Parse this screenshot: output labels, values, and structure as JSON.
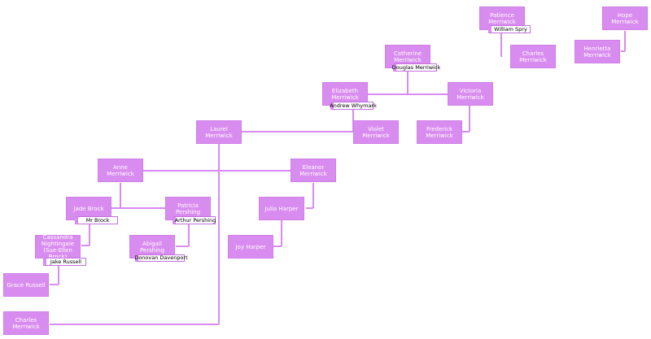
{
  "people": {
    "patience": "Patience Merriwick",
    "hope": "Hope Merriwick",
    "henrietta": "Henrietta Merriwick",
    "catherine": "Catherine Merriwick",
    "charles_top": "Charles Merriwick",
    "elizabeth": "Elizabeth Merriwick",
    "victoria": "Victoria Merriwick",
    "frederick": "Frederick Merriwick",
    "laurel": "Laurel Merriwick",
    "violet": "Violet Merriwick",
    "anne": "Anne Merriwick",
    "eleanor": "Eleanor Merriwick",
    "jade": "Jade Brock",
    "patricia": "Patricia Pershing",
    "julia": "Julia Harper",
    "joy": "Joy Harper",
    "cassandra": "Cassandra Nightingale (Sue-Ellen Brock)",
    "abigail": "Abigail Pershing",
    "grace": "Grace Russell",
    "charles_bottom": "Charles Merriwick"
  },
  "spouses": {
    "william": "William Spry",
    "douglas": "Douglas Merriwick",
    "andrew": "Andrew Whymark",
    "mr_brock": "Mr Brock",
    "arthur": "Arthur Pershing",
    "jake": "Jake Russell",
    "donovan": "Donovan  Davenport"
  },
  "colors": {
    "node_fill": "#d98cef",
    "node_text": "#ffffff",
    "line": "#d98cef",
    "spouse_fill": "#ffffff",
    "spouse_text": "#000000"
  }
}
